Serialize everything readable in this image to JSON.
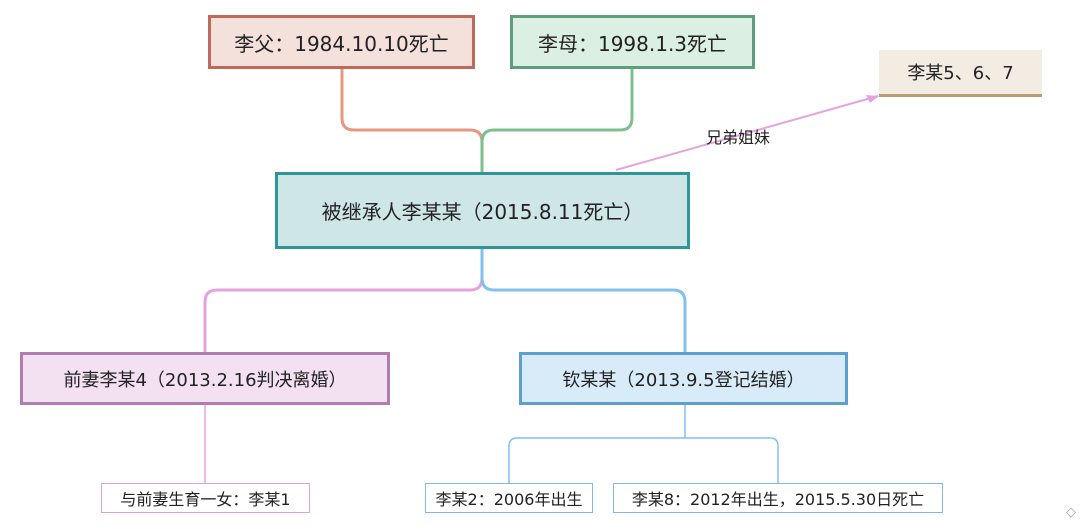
{
  "nodes": {
    "father": "李父：1984.10.10死亡",
    "mother": "李母：1998.1.3死亡",
    "center": "被继承人李某某（2015.8.11死亡）",
    "siblings": "李某5、6、7",
    "ex_wife": "前妻李某4（2013.2.16判决离婚）",
    "spouse": "钦某某（2013.9.5登记结婚）",
    "child_ex": "与前妻生育一女：李某1",
    "child_a": "李某2：2006年出生",
    "child_b": "李某8：2012年出生，2015.5.30日死亡"
  },
  "relation_label": "兄弟姐妹",
  "edge_glyph": "◇",
  "colors": {
    "father_line": "#e8977f",
    "mother_line": "#7dc08e",
    "sibling_line": "#e6a2e0",
    "exwife_line": "#e6a2e0",
    "spouse_line": "#82c0ee"
  }
}
